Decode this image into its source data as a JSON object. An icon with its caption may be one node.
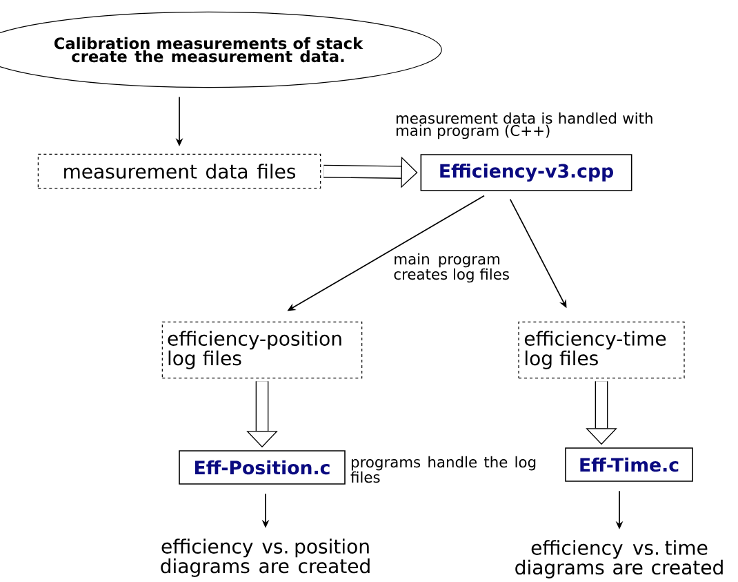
{
  "diagram": {
    "nodes": [
      {
        "text": [
          "Calibration measurements of stack create the measurement data."
        ]
      },
      {
        "text": [
          "measurement data files"
        ]
      },
      {
        "text": [
          "Efficiency-v3.cpp"
        ],
        "beside": [
          "measurement data is handled with main program (C++)"
        ]
      },
      {
        "text": [
          "efficiency-position log files"
        ]
      },
      {
        "text": [
          "efficiency-time log files"
        ]
      },
      {
        "text": [
          "Eff-Position.c"
        ]
      },
      {
        "text": [
          "Eff-Time.c"
        ]
      },
      {
        "text": [
          "efficiency vs. position diagrams are created"
        ]
      },
      {
        "text": [
          "efficiency vs. time diagrams are created"
        ]
      }
    ],
    "edges": [
      {
        "from": 0,
        "to": 1,
        "arrow": "to"
      },
      {
        "from": 1,
        "to": 2,
        "arrow": "to",
        "style": "thick"
      },
      {
        "from": 2,
        "to": 3,
        "arrow": "to"
      },
      {
        "from": 2,
        "to": 4,
        "arrow": "to"
      },
      {
        "from": 3,
        "to": 5,
        "arrow": "to",
        "style": "thick"
      },
      {
        "from": 4,
        "to": 6,
        "arrow": "to",
        "style": "thick"
      },
      {
        "from": 5,
        "to": 7,
        "arrow": "to"
      },
      {
        "from": 6,
        "to": 8,
        "arrow": "to"
      }
    ],
    "labels": [
      "main program creates log files",
      "programs handle the log files"
    ]
  }
}
